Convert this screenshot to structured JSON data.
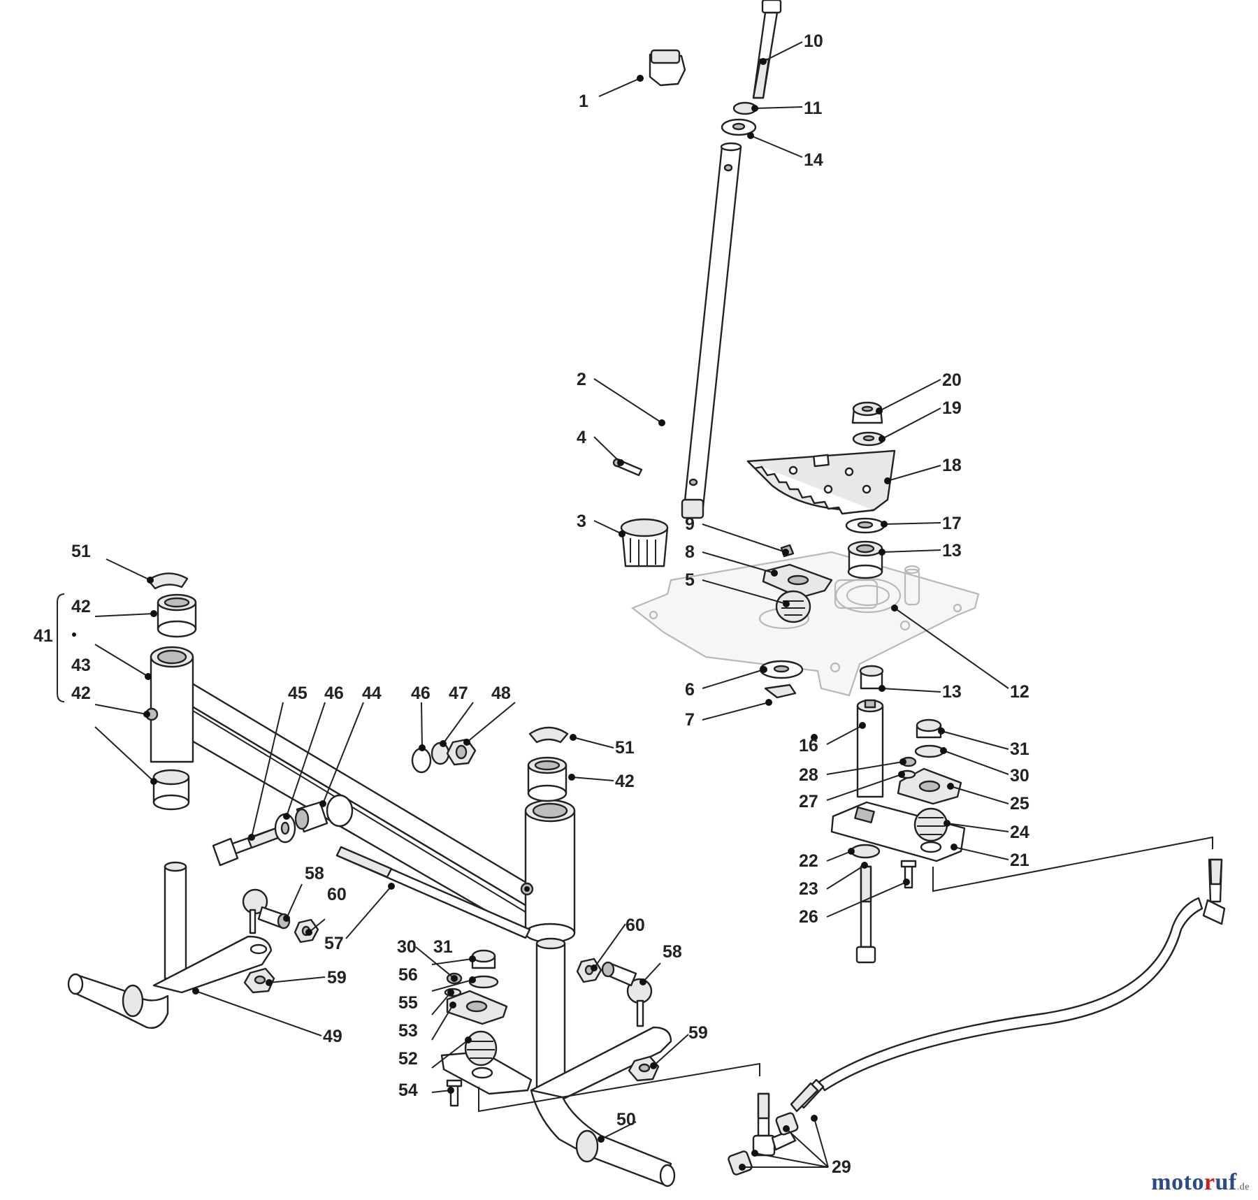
{
  "brand": {
    "name_a": "moto",
    "name_b": "r",
    "name_c": "uf",
    "tld": ".de"
  },
  "labels": {
    "p1": "1",
    "p2": "2",
    "p3": "3",
    "p4": "4",
    "p5": "5",
    "p6": "6",
    "p7": "7",
    "p8": "8",
    "p9": "9",
    "p10": "10",
    "p11": "11",
    "p12": "12",
    "p13a": "13",
    "p13b": "13",
    "p14": "14",
    "p16": "16",
    "p17": "17",
    "p18": "18",
    "p19": "19",
    "p20": "20",
    "p21": "21",
    "p22": "22",
    "p23": "23",
    "p24": "24",
    "p25": "25",
    "p26": "26",
    "p27": "27",
    "p28": "28",
    "p29": "29",
    "p30a": "30",
    "p30b": "30",
    "p31a": "31",
    "p31b": "31",
    "p41": "41",
    "p42a": "42",
    "p42b": "42",
    "p42c": "42",
    "p43": "43",
    "p44": "44",
    "p45": "45",
    "p46a": "46",
    "p46b": "46",
    "p47": "47",
    "p48": "48",
    "p49": "49",
    "p50": "50",
    "p51a": "51",
    "p51b": "51",
    "p52": "52",
    "p53": "53",
    "p54": "54",
    "p55": "55",
    "p56": "56",
    "p57": "57",
    "p58a": "58",
    "p58b": "58",
    "p59a": "59",
    "p59b": "59",
    "p60a": "60",
    "p60b": "60"
  }
}
